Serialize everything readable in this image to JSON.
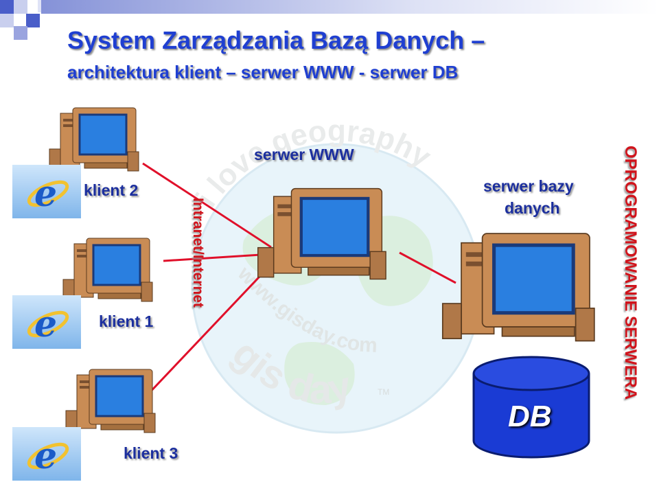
{
  "title": {
    "line1": "System Zarządzania Bazą Danych –",
    "line2": "architektura klient – serwer WWW -  serwer DB"
  },
  "labels": {
    "client2": "klient 2",
    "client1": "klient 1",
    "client3": "klient 3",
    "network": "Intranet/Internet",
    "web_server": "serwer WWW",
    "db_server_line1": "serwer bazy",
    "db_server_line2": "danych",
    "server_software": "OPROGRAMOWANIE  SERWERA",
    "database": "DB"
  },
  "watermark": {
    "top_text": "i love geography",
    "middle_text": "www.gisday.com",
    "bottom_text": "gis day",
    "tm": "TM"
  },
  "colors": {
    "title": "#1f3fd1",
    "label": "#1c2f9e",
    "connection": "#e0102a",
    "vertical_text": "#d0141c",
    "db_fill": "#1a3bd4",
    "monitor_case": "#c98c55",
    "screen": "#2a7fe0"
  },
  "icons": {
    "browser": "internet-explorer-icon",
    "computer": "desktop-computer-icon",
    "database": "database-cylinder-icon"
  }
}
